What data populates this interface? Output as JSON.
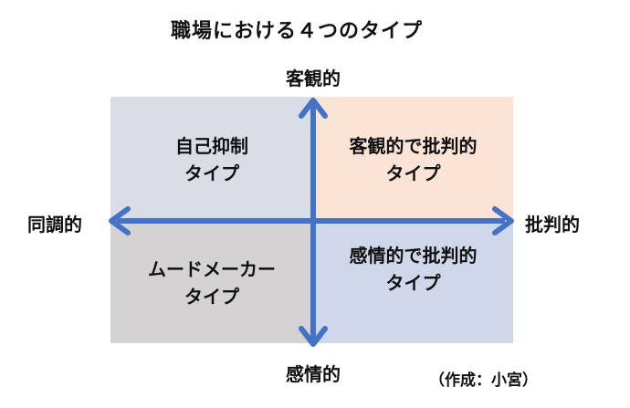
{
  "title": "職場における４つのタイプ",
  "axes": {
    "top": "客観的",
    "bottom": "感情的",
    "left": "同調的",
    "right": "批判的"
  },
  "quadrants": {
    "top_left": {
      "line1": "自己抑制",
      "line2": "タイプ",
      "color": "#d8dde6"
    },
    "top_right": {
      "line1": "客観的で批判的",
      "line2": "タイプ",
      "color": "#fbe4d5"
    },
    "bottom_left": {
      "line1": "ムードメーカー",
      "line2": "タイプ",
      "color": "#d4d2d2"
    },
    "bottom_right": {
      "line1": "感情的で批判的",
      "line2": "タイプ",
      "color": "#d1d7ea"
    }
  },
  "credit": "（作成：小宮）",
  "arrow_color": "#4472c4"
}
